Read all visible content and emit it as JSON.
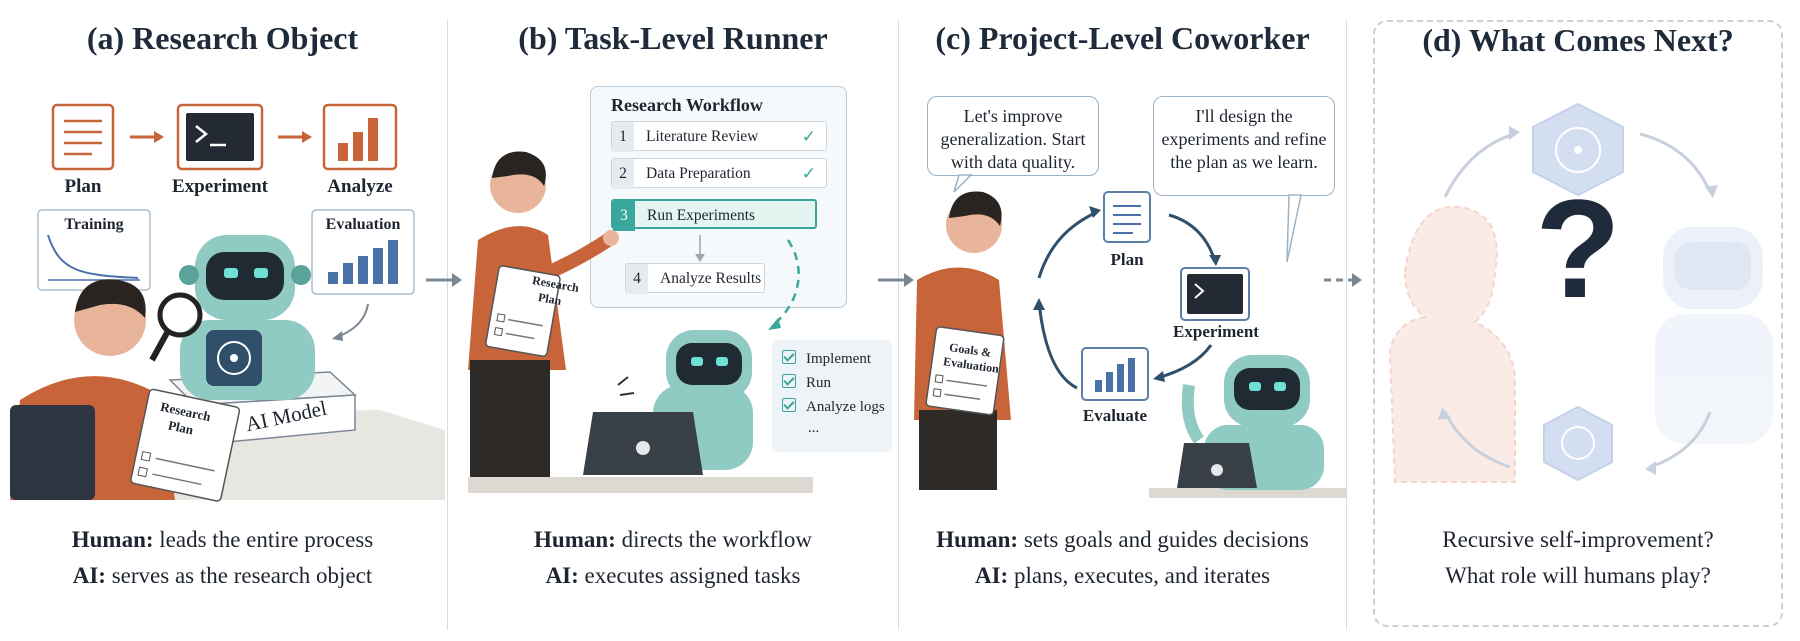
{
  "panels": [
    {
      "title": "(a) Research Object",
      "flow": [
        "Plan",
        "Experiment",
        "Analyze"
      ],
      "card_training": "Training",
      "card_evaluation": "Evaluation",
      "box_label": "AI Model",
      "clipboard": [
        "Research",
        "Plan"
      ],
      "human_key": "Human:",
      "human_text": "leads the entire process",
      "ai_key": "AI:",
      "ai_text": "serves as the research object"
    },
    {
      "title": "(b) Task-Level Runner",
      "workflow_title": "Research Workflow",
      "steps": [
        {
          "num": "1",
          "label": "Literature Review",
          "done": true
        },
        {
          "num": "2",
          "label": "Data Preparation",
          "done": true
        },
        {
          "num": "3",
          "label": "Run Experiments",
          "done": false
        },
        {
          "num": "4",
          "label": "Analyze Results",
          "done": false
        }
      ],
      "checklist": [
        "Implement",
        "Run",
        "Analyze logs"
      ],
      "checklist_more": "...",
      "clipboard": [
        "Research",
        "Plan"
      ],
      "human_key": "Human:",
      "human_text": "directs the workflow",
      "ai_key": "AI:",
      "ai_text": "executes assigned tasks"
    },
    {
      "title": "(c) Project-Level Coworker",
      "bubble_human": "Let's improve generalization. Start with data quality.",
      "bubble_ai": "I'll design the experiments and refine the plan as we learn.",
      "cycle": [
        "Plan",
        "Experiment",
        "Evaluate"
      ],
      "clipboard": [
        "Goals &",
        "Evaluation"
      ],
      "human_key": "Human:",
      "human_text": "sets goals and guides decisions",
      "ai_key": "AI:",
      "ai_text": "plans, executes, and iterates"
    },
    {
      "title": "(d) What Comes Next?",
      "symbol": "?",
      "line1": "Recursive self-improvement?",
      "line2": "What role will humans play?"
    }
  ],
  "colors": {
    "accent_orange": "#c8643a",
    "teal": "#3aa79c",
    "navy": "#1f2a3a",
    "steel_blue": "#4a72a8",
    "robot_teal": "#8fcac3"
  }
}
